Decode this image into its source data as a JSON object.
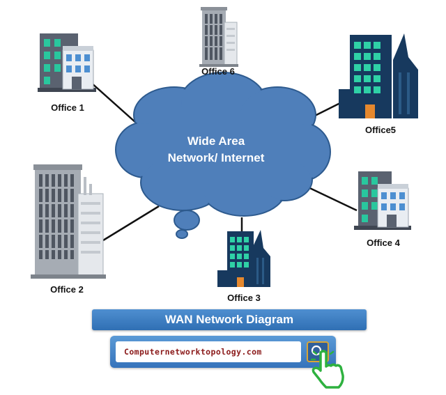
{
  "cloud": {
    "line1": "Wide Area",
    "line2": "Network/ Internet"
  },
  "offices": {
    "office1": "Office 1",
    "office2": "Office 2",
    "office3": "Office 3",
    "office4": "Office 4",
    "office5": "Office5",
    "office6": "Office 6"
  },
  "banner": {
    "title": "WAN Network Diagram"
  },
  "search": {
    "value": "Computernetworktopology.com",
    "button_icon": "search-icon",
    "cursor_icon": "hand-pointer-icon"
  },
  "colors": {
    "cloud": "#4f7fba",
    "banner": "#3a7cc2",
    "building_teal": "#2fd1a6",
    "building_navy": "#17395e"
  }
}
